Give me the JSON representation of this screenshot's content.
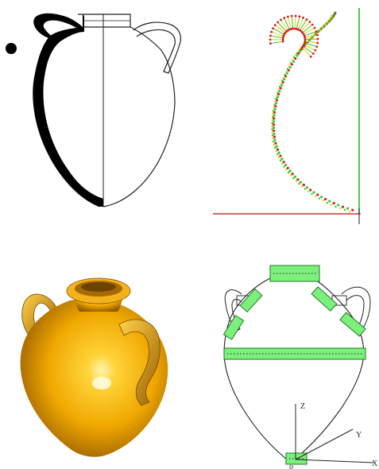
{
  "panels": {
    "profile": {},
    "curve": {},
    "render": {},
    "model": {
      "axes": {
        "z": "Z",
        "y": "Y",
        "x": "X",
        "origin": "o"
      }
    }
  },
  "colors": {
    "ink": "#111111",
    "profile_fill": "#000000",
    "axis_green": "#2bb52b",
    "axis_red": "#c0392b",
    "point_red": "#d62020",
    "point_yellow": "#e9d200",
    "point_green": "#39c539",
    "gold_base": "#f0a800",
    "gold_dark": "#a06600",
    "gold_light": "#ffe27a",
    "segment_green": "#7cf07c"
  }
}
